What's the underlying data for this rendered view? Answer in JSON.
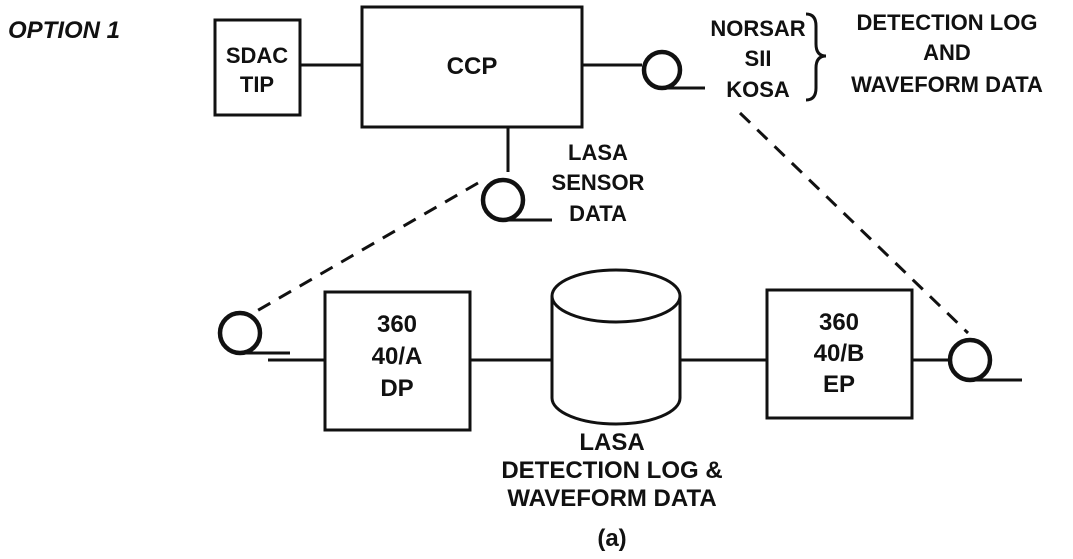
{
  "option_label": "OPTION 1",
  "caption": "(a)",
  "boxes": {
    "sdac_tip": [
      "SDAC",
      "TIP"
    ],
    "ccp": [
      "CCP"
    ],
    "dp": [
      "360",
      "40/A",
      "DP"
    ],
    "ep": [
      "360",
      "40/B",
      "EP"
    ]
  },
  "sites": [
    "NORSAR",
    "SII",
    "KOSA"
  ],
  "detection_log_label": [
    "DETECTION LOG",
    "AND",
    "WAVEFORM DATA"
  ],
  "lasa_sensor_label": [
    "LASA",
    "SENSOR",
    "DATA"
  ],
  "disk_label": [
    "LASA",
    "DETECTION LOG &",
    "WAVEFORM DATA"
  ],
  "colors": {
    "ink": "#111111",
    "paper": "#ffffff"
  }
}
